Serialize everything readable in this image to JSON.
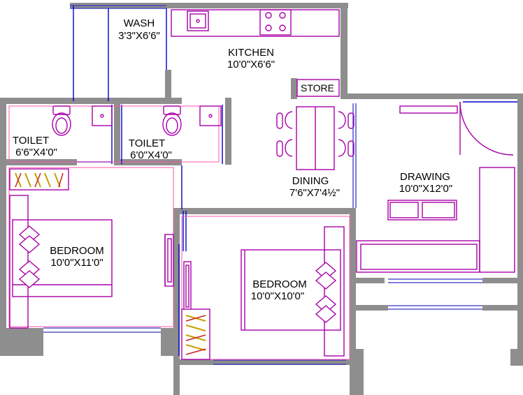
{
  "rooms": {
    "wash": {
      "name": "WASH",
      "size": "3'3\"X6'6\""
    },
    "kitchen": {
      "name": "KITCHEN",
      "size": "10'0\"X6'6\""
    },
    "store": {
      "name": "STORE"
    },
    "toilet_left": {
      "name": "TOILET",
      "size": "6'6\"X4'0\""
    },
    "toilet_right": {
      "name": "TOILET",
      "size": "6'0\"X4'0\""
    },
    "dining": {
      "name": "DINING",
      "size": "7'6\"X7'4½\""
    },
    "drawing": {
      "name": "DRAWING",
      "size": "10'0\"X12'0\""
    },
    "bedroom_left": {
      "name": "BEDROOM",
      "size": "10'0\"X11'0\""
    },
    "bedroom_right": {
      "name": "BEDROOM",
      "size": "10'0\"X10'0\""
    }
  },
  "colors": {
    "wall": "#8e8e8e",
    "window": "#3535c8",
    "furniture": "#a800a8",
    "wardrobe_hangers": "#c8a000"
  }
}
